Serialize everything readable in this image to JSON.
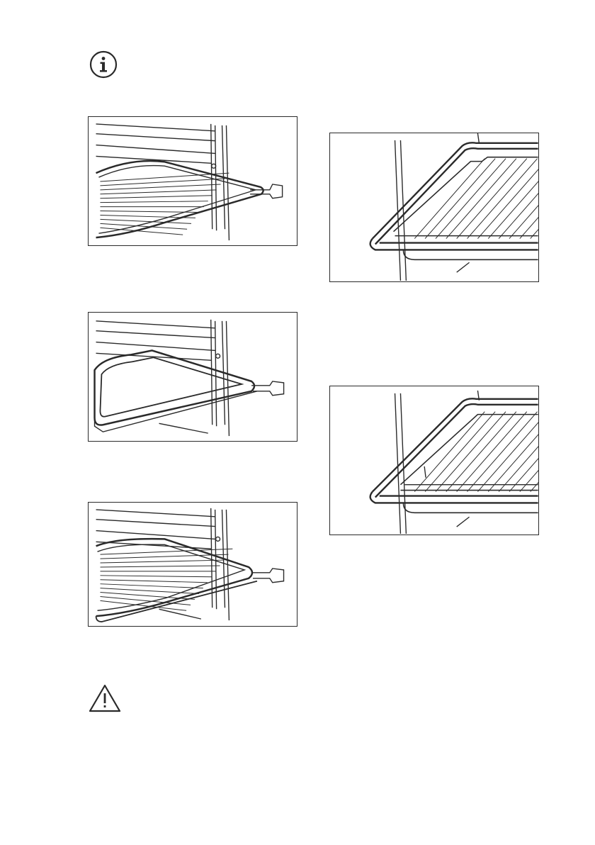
{
  "page": {
    "info_icon": "info-icon",
    "warning_icon": "warning-triangle-icon",
    "colors": {
      "line": "#2a2a2a",
      "background": "#ffffff"
    }
  },
  "illustrations": [
    {
      "id": "wire-shelf-on-runners",
      "icon": "oven-wire-shelf-illustration"
    },
    {
      "id": "tray-on-runners",
      "icon": "oven-tray-illustration"
    },
    {
      "id": "shelf-with-tray-on-runners",
      "icon": "oven-shelf-and-tray-illustration"
    },
    {
      "id": "deep-pan-with-grid-1",
      "icon": "oven-deep-pan-grid-illustration"
    },
    {
      "id": "deep-pan-with-grid-2",
      "icon": "oven-deep-pan-grid-illustration"
    }
  ],
  "footer": {
    "text": ""
  }
}
